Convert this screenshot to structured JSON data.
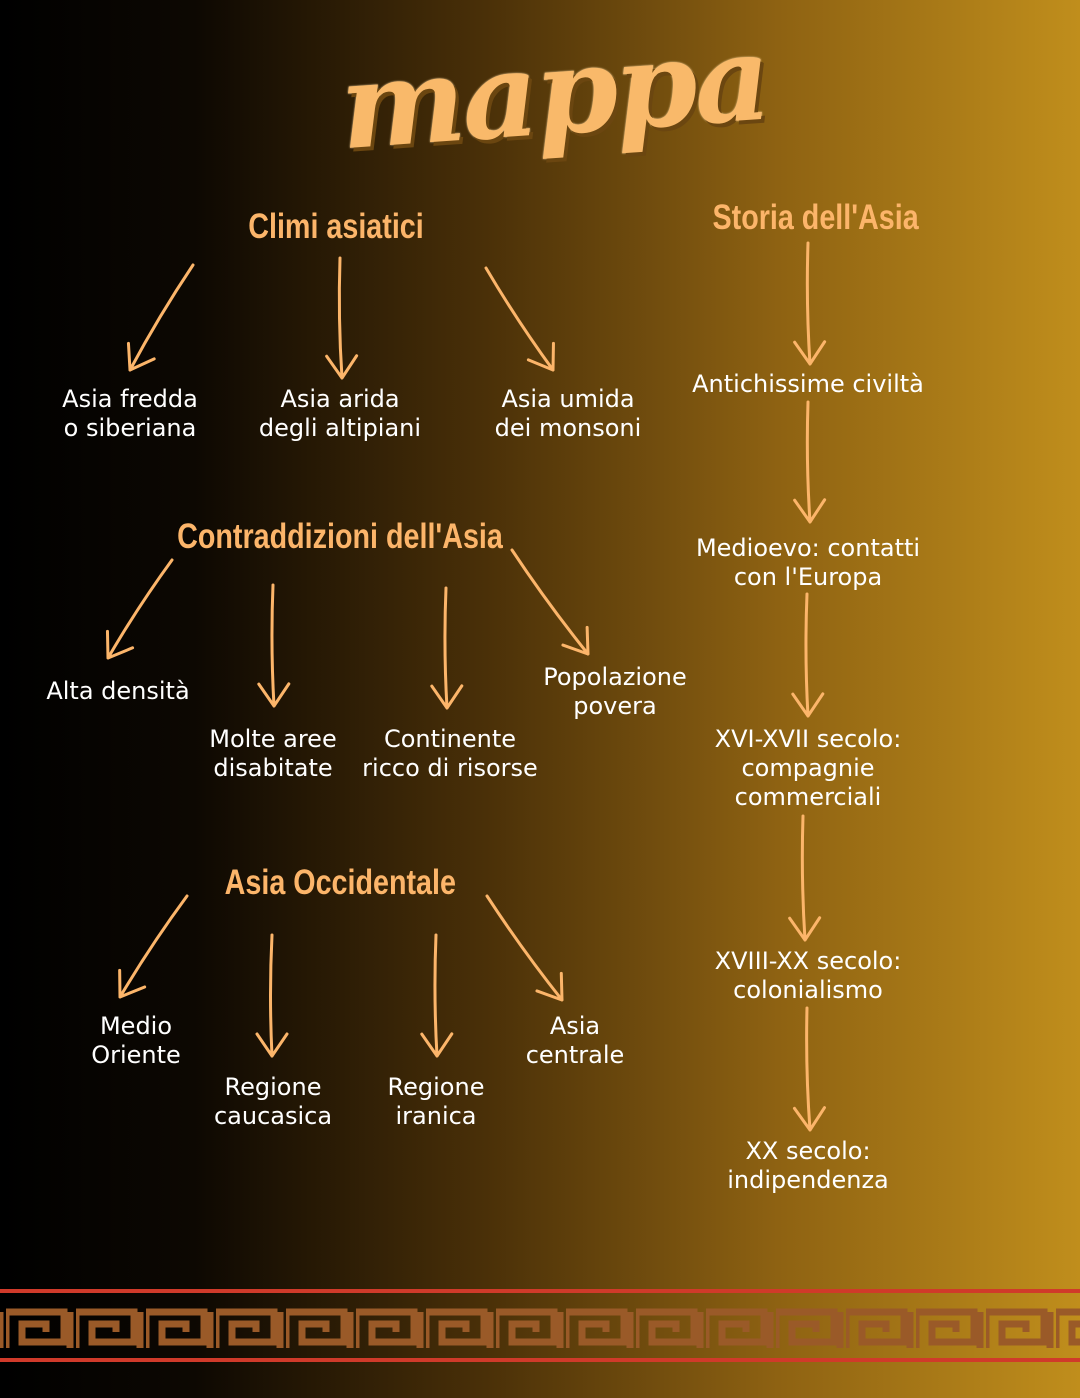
{
  "title": "mappa",
  "colors": {
    "accent": "#fcb56a",
    "node_text": "#ffffff",
    "border_red": "#d03a2a",
    "border_pattern": "#9a5a28"
  },
  "sections": {
    "climi": {
      "heading": "Climi asiatici",
      "items": [
        "Asia fredda\no siberiana",
        "Asia arida\ndegli altipiani",
        "Asia umida\ndei monsoni"
      ]
    },
    "contraddizioni": {
      "heading": "Contraddizioni dell'Asia",
      "items": [
        "Alta densità",
        "Molte aree\ndisabitate",
        "Continente\nricco di risorse",
        "Popolazione\npovera"
      ]
    },
    "occidentale": {
      "heading": "Asia Occidentale",
      "items": [
        "Medio\nOriente",
        "Regione\ncaucasica",
        "Regione\niranica",
        "Asia\ncentrale"
      ]
    },
    "storia": {
      "heading": "Storia dell'Asia",
      "items": [
        "Antichissime civiltà",
        "Medioevo: contatti\ncon l'Europa",
        "XVI-XVII secolo:\ncompagnie\ncommerciali",
        "XVIII-XX secolo:\ncolonialismo",
        "XX secolo:\nindipendenza"
      ]
    }
  },
  "decoration": {
    "border_icon": "greek-key-icon"
  }
}
